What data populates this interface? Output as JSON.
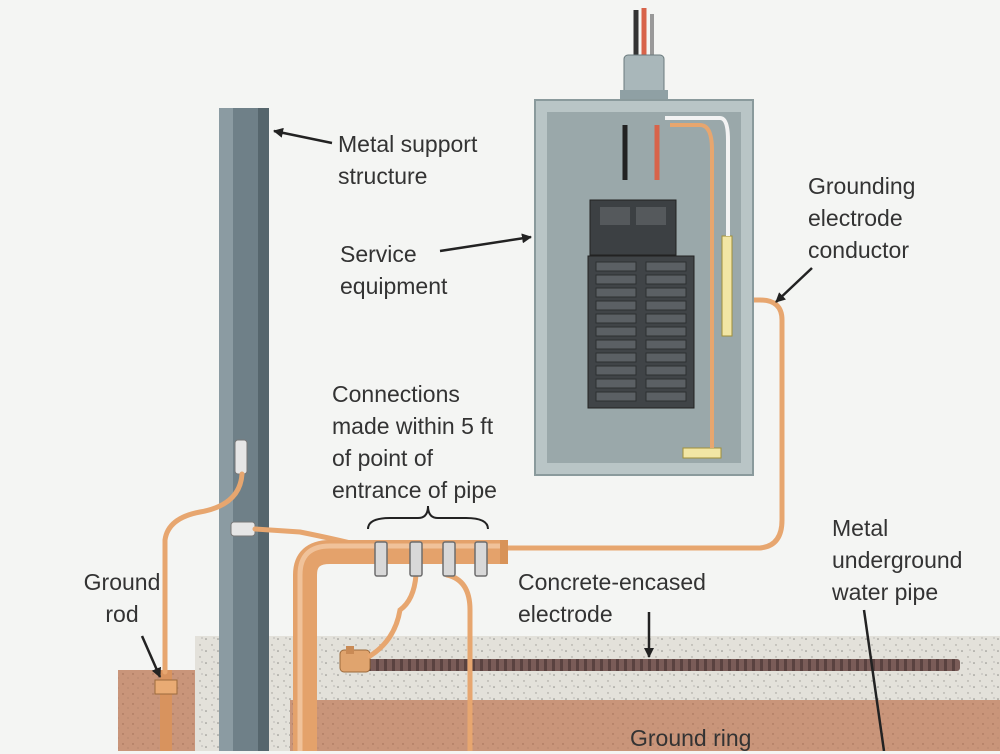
{
  "labels": {
    "metal_support": [
      "Metal support",
      "structure"
    ],
    "service_equipment": [
      "Service",
      "equipment"
    ],
    "grounding_electrode_conductor": [
      "Grounding",
      "electrode",
      "conductor"
    ],
    "connections": [
      "Connections",
      "made within 5 ft",
      "of point of",
      "entrance of pipe"
    ],
    "ground_rod": [
      "Ground",
      "rod"
    ],
    "concrete_encased": [
      "Concrete-encased",
      "electrode"
    ],
    "water_pipe": [
      "Metal",
      "underground",
      "water pipe"
    ],
    "ground_ring": "Ground ring"
  },
  "colors": {
    "background": "#f4f5f3",
    "pole": "#6f8088",
    "panel": "#b9c5c6",
    "copper": "#e7a66f",
    "soil": "#c9957a",
    "concrete": "#e3e1da",
    "rebar": "#6b4f4a",
    "breakers": "#404447"
  }
}
